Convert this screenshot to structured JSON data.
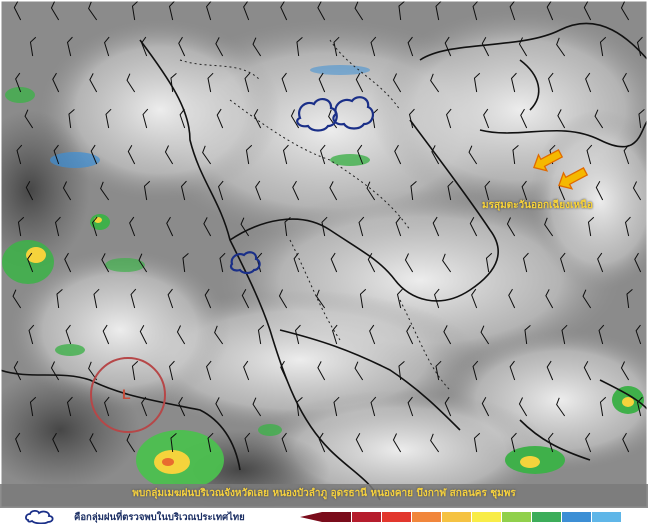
{
  "annotation": {
    "monsoon_label": "มรสุมตะวันออกเฉียงเหนือ",
    "storm_center_letter": "L"
  },
  "caption": {
    "bottom_text": "พบกลุ่มเมฆฝนบริเวณจังหวัดเลย หนองบัวลำภู อุดรธานี หนองคาย บึงกาฬ สกลนคร ชุมพร"
  },
  "legend": {
    "cloud_description": "คือกลุ่มฝนที่ตรวจพบในบริเวณประเทศไทย",
    "color_scale": [
      "#7a0c1b",
      "#b51c2c",
      "#e2372d",
      "#f1863b",
      "#f5c242",
      "#f8ec47",
      "#90d04b",
      "#3cad5a",
      "#3c8fd5",
      "#5fb6e8"
    ]
  },
  "colors": {
    "arrow_fill": "#f5b800",
    "cloud_outline": "#1a2f88",
    "storm_circle": "#b64748"
  }
}
